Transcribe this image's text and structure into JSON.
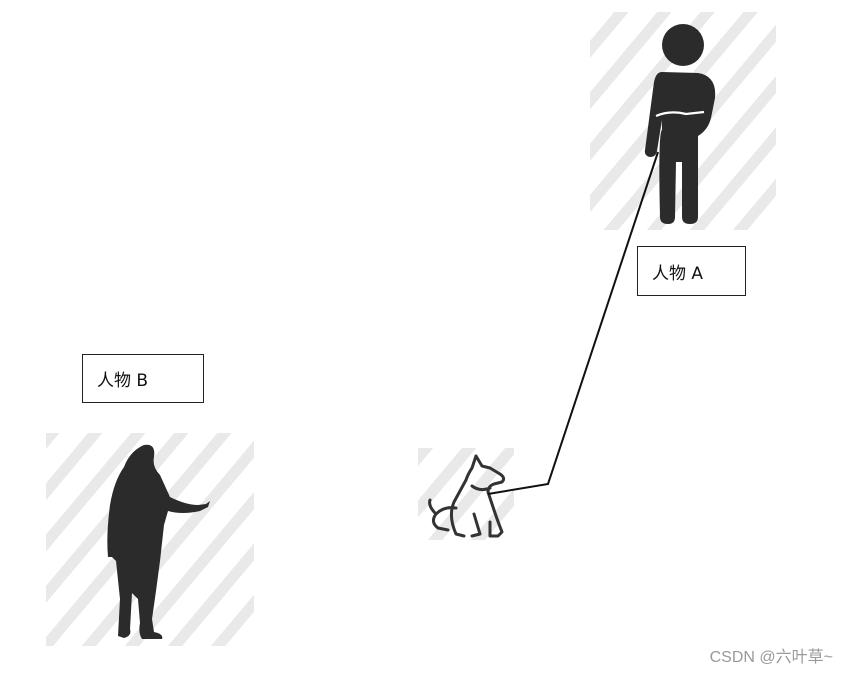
{
  "person_a": {
    "label": "人物 A",
    "icon": "standing-person-icon"
  },
  "person_b": {
    "label": "人物 B",
    "icon": "pointing-person-silhouette-icon"
  },
  "dog": {
    "icon": "sitting-dog-icon"
  },
  "connector": {
    "icon": "leash-line"
  },
  "watermark": "CSDN @六叶草~",
  "colors": {
    "figure": "#2b2b2b",
    "stripe": "#e9e9e9",
    "line": "#111111",
    "watermark": "#9a9a9a"
  }
}
